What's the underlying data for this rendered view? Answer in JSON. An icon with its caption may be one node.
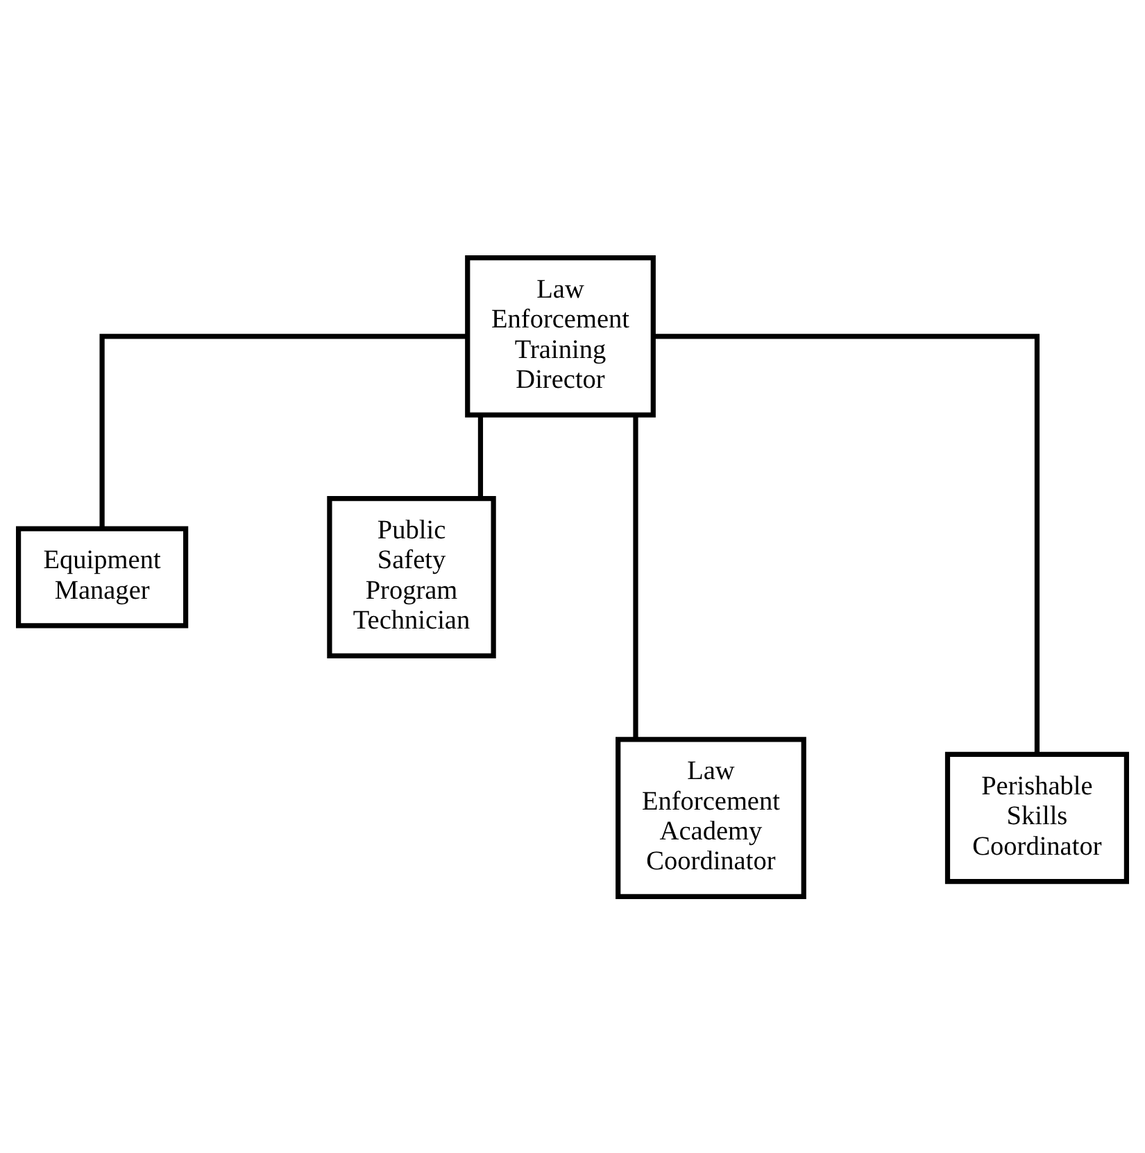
{
  "diagram": {
    "nodes": [
      {
        "text": [
          "Law Enforcement Training Director"
        ]
      },
      {
        "text": [
          "Equipment Manager"
        ]
      },
      {
        "text": [
          "Public Safety Program Technician"
        ]
      },
      {
        "text": [
          "Law Enforcement Academy Coordinator"
        ]
      },
      {
        "text": [
          "Perishable Skills Coordinator"
        ]
      }
    ],
    "edges": [
      {
        "from": 0,
        "to": 1,
        "arrow": "none"
      },
      {
        "from": 0,
        "to": 2,
        "arrow": "none"
      },
      {
        "from": 0,
        "to": 3,
        "arrow": "none"
      },
      {
        "from": 0,
        "to": 4,
        "arrow": "none"
      }
    ]
  }
}
